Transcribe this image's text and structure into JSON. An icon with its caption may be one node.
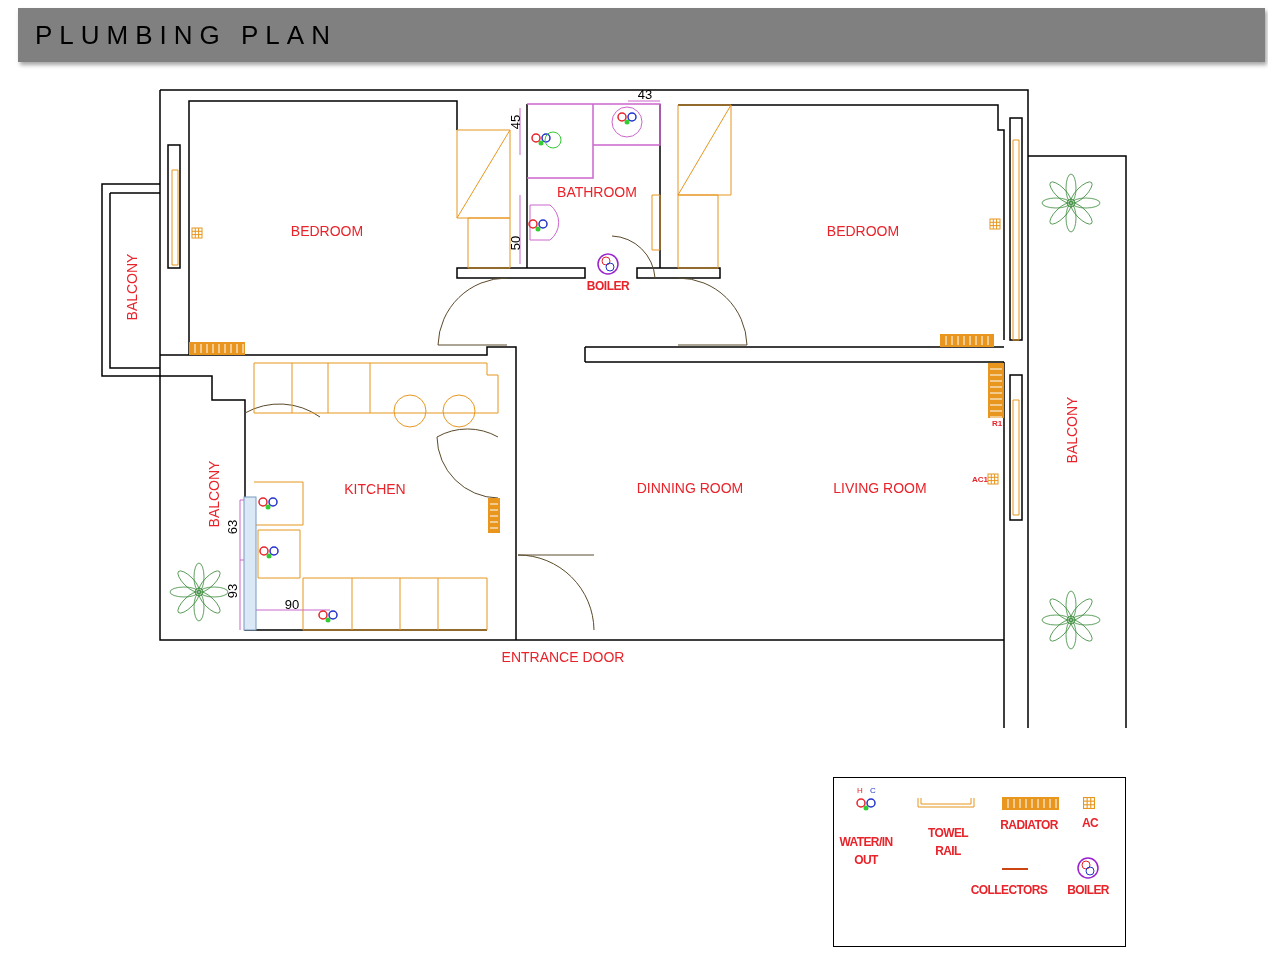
{
  "diagram": {
    "title": "PLUMBING PLAN",
    "labels": [
      "45",
      "43",
      "BATHROOM",
      "BEDROOM",
      "BEDROOM",
      "50",
      "BOILER",
      "BALCONY",
      "R1",
      "BALCONY",
      "KITCHEN",
      "DINNING ROOM",
      "LIVING ROOM",
      "AC1",
      "BALCONY",
      "63",
      "93",
      "90",
      "ENTRANCE DOOR",
      "H",
      "C"
    ],
    "legend": [
      {
        "text": "WATER/IN OUT"
      },
      {
        "text": "TOWEL RAIL"
      },
      {
        "text": "RADIATOR"
      },
      {
        "text": "AC"
      },
      {
        "text": "COLLECTORS"
      },
      {
        "text": "BOILER"
      }
    ]
  }
}
